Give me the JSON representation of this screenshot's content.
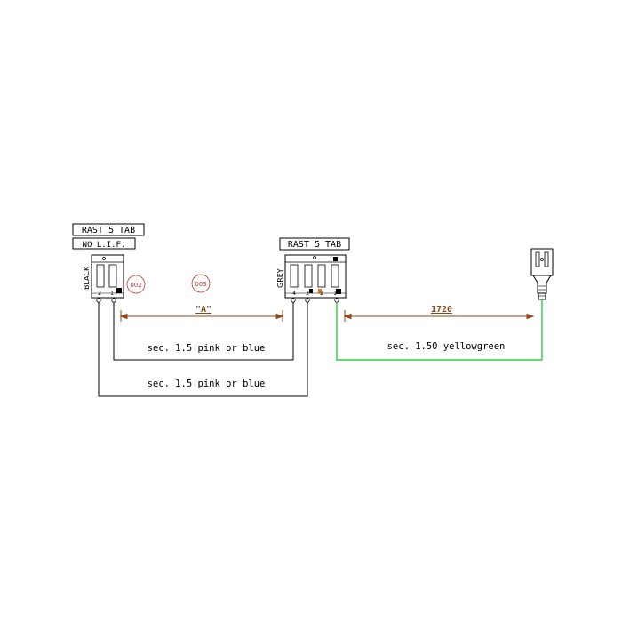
{
  "colors": {
    "line": "#000000",
    "wire_black": "#000000",
    "wire_green": "#2ecc40",
    "dimension": "#8b4a1d",
    "ref_circle": "#c0392b",
    "pin_marker": "#e07b24"
  },
  "connector_left": {
    "title": "RAST 5 TAB",
    "subtitle": "NO  L.I.F.",
    "color": "BLACK",
    "pins": [
      "2",
      "1"
    ]
  },
  "connector_right": {
    "title": "RAST 5 TAB",
    "color": "GREY",
    "pins": [
      "4",
      "3",
      "2",
      "1"
    ]
  },
  "references": [
    "002",
    "003"
  ],
  "dimensions": {
    "a": "\"A\"",
    "b": "1720"
  },
  "wires": {
    "upper_black": "sec. 1.5 pink or blue",
    "lower_black": "sec. 1.5 pink or blue",
    "green": "sec. 1.50 yellowgreen"
  },
  "terminal": {
    "icon": "faston-terminal-icon"
  }
}
